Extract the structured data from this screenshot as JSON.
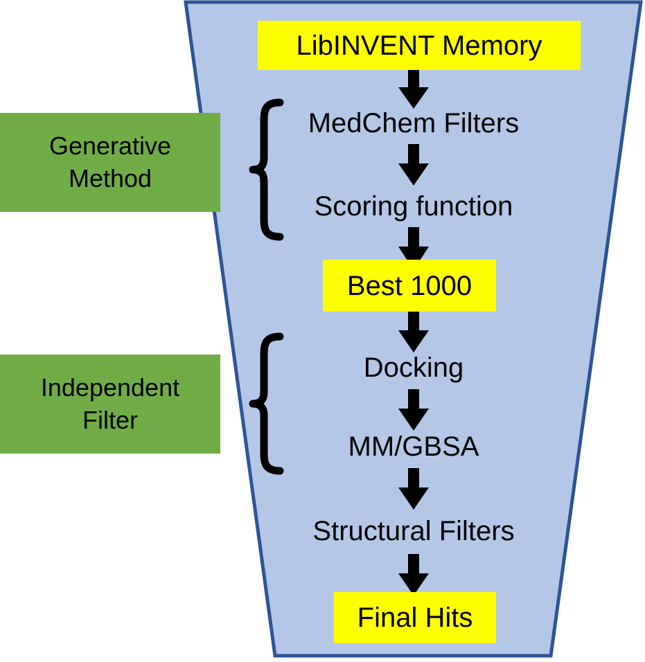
{
  "diagram": {
    "title": "LibINVENT hit-finding workflow funnel",
    "colors": {
      "funnel_fill": "#b4c7e7",
      "funnel_stroke": "#2e5496",
      "highlight": "#ffff00",
      "group": "#70ad47",
      "text": "#000000",
      "background": "#ffffff"
    }
  },
  "groups": [
    {
      "label": "Generative\nMethod",
      "brace_name": "generative-method-brace"
    },
    {
      "label": "Independent\nFilter",
      "brace_name": "independent-filter-brace"
    }
  ],
  "stages": [
    {
      "label": "LibINVENT Memory",
      "kind": "highlight"
    },
    {
      "label": "MedChem Filters",
      "kind": "plain"
    },
    {
      "label": "Scoring function",
      "kind": "plain"
    },
    {
      "label": "Best 1000",
      "kind": "highlight"
    },
    {
      "label": "Docking",
      "kind": "plain"
    },
    {
      "label": "MM/GBSA",
      "kind": "plain"
    },
    {
      "label": "Structural Filters",
      "kind": "plain"
    },
    {
      "label": "Final Hits",
      "kind": "highlight"
    }
  ],
  "arrows": [
    {
      "name": "arrow-memory-to-medchem"
    },
    {
      "name": "arrow-medchem-to-scoring"
    },
    {
      "name": "arrow-scoring-to-best1000"
    },
    {
      "name": "arrow-best1000-to-docking"
    },
    {
      "name": "arrow-docking-to-mmgbsa"
    },
    {
      "name": "arrow-mmgbsa-to-structural"
    },
    {
      "name": "arrow-structural-to-finalhits"
    }
  ]
}
